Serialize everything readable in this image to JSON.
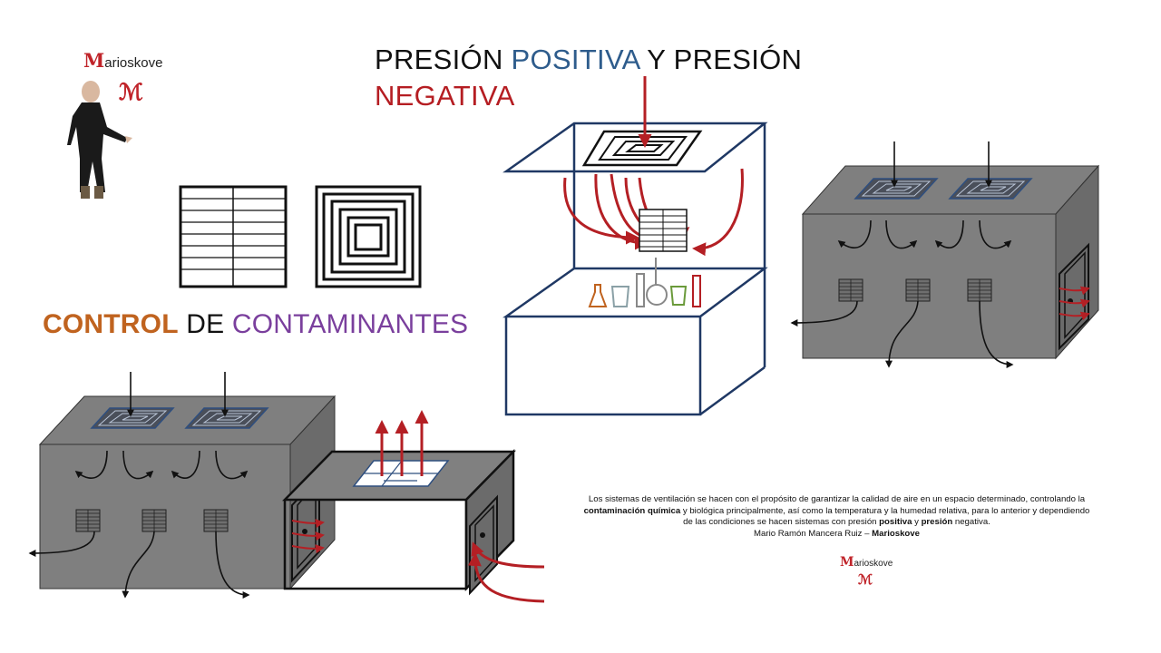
{
  "title": {
    "part1": "PRESIÓN ",
    "part2": "POSITIVA",
    "part3": " Y PRESIÓN",
    "part4": "NEGATIVA"
  },
  "subtitle": {
    "part1": "CONTROL",
    "part2": " DE ",
    "part3": "CONTAMINANTES"
  },
  "brand": {
    "initial": "M",
    "rest": "arioskove",
    "monogram": "ℳ"
  },
  "caption": {
    "s1": "Los sistemas de ventilación se hacen con el propósito de garantizar la calidad de aire en un espacio determinado, controlando la ",
    "b1": "contaminación química",
    "s2": " y biológica principalmente, así como la temperatura y la humedad relativa, para lo anterior y dependiendo de las condiciones se hacen sistemas con presión ",
    "b2": "positiva",
    "s3": " y ",
    "b3": "presión",
    "s4": " negativa.",
    "author": "Mario Ramón Mancera Ruiz – ",
    "author_brand": "Marioskove"
  },
  "colors": {
    "title_blue": "#2e5c8c",
    "title_red": "#b51d22",
    "control_orange": "#c0631f",
    "contaminantes_purple": "#7a3f9d",
    "box_gray": "#7f7f7f",
    "airflow_red": "#b41f24",
    "diffuser_blue": "#2f4f7f",
    "hood_navy": "#1f3864"
  },
  "icons": [
    "linear-grille-icon",
    "square-diffuser-icon",
    "presenter-character-icon"
  ]
}
